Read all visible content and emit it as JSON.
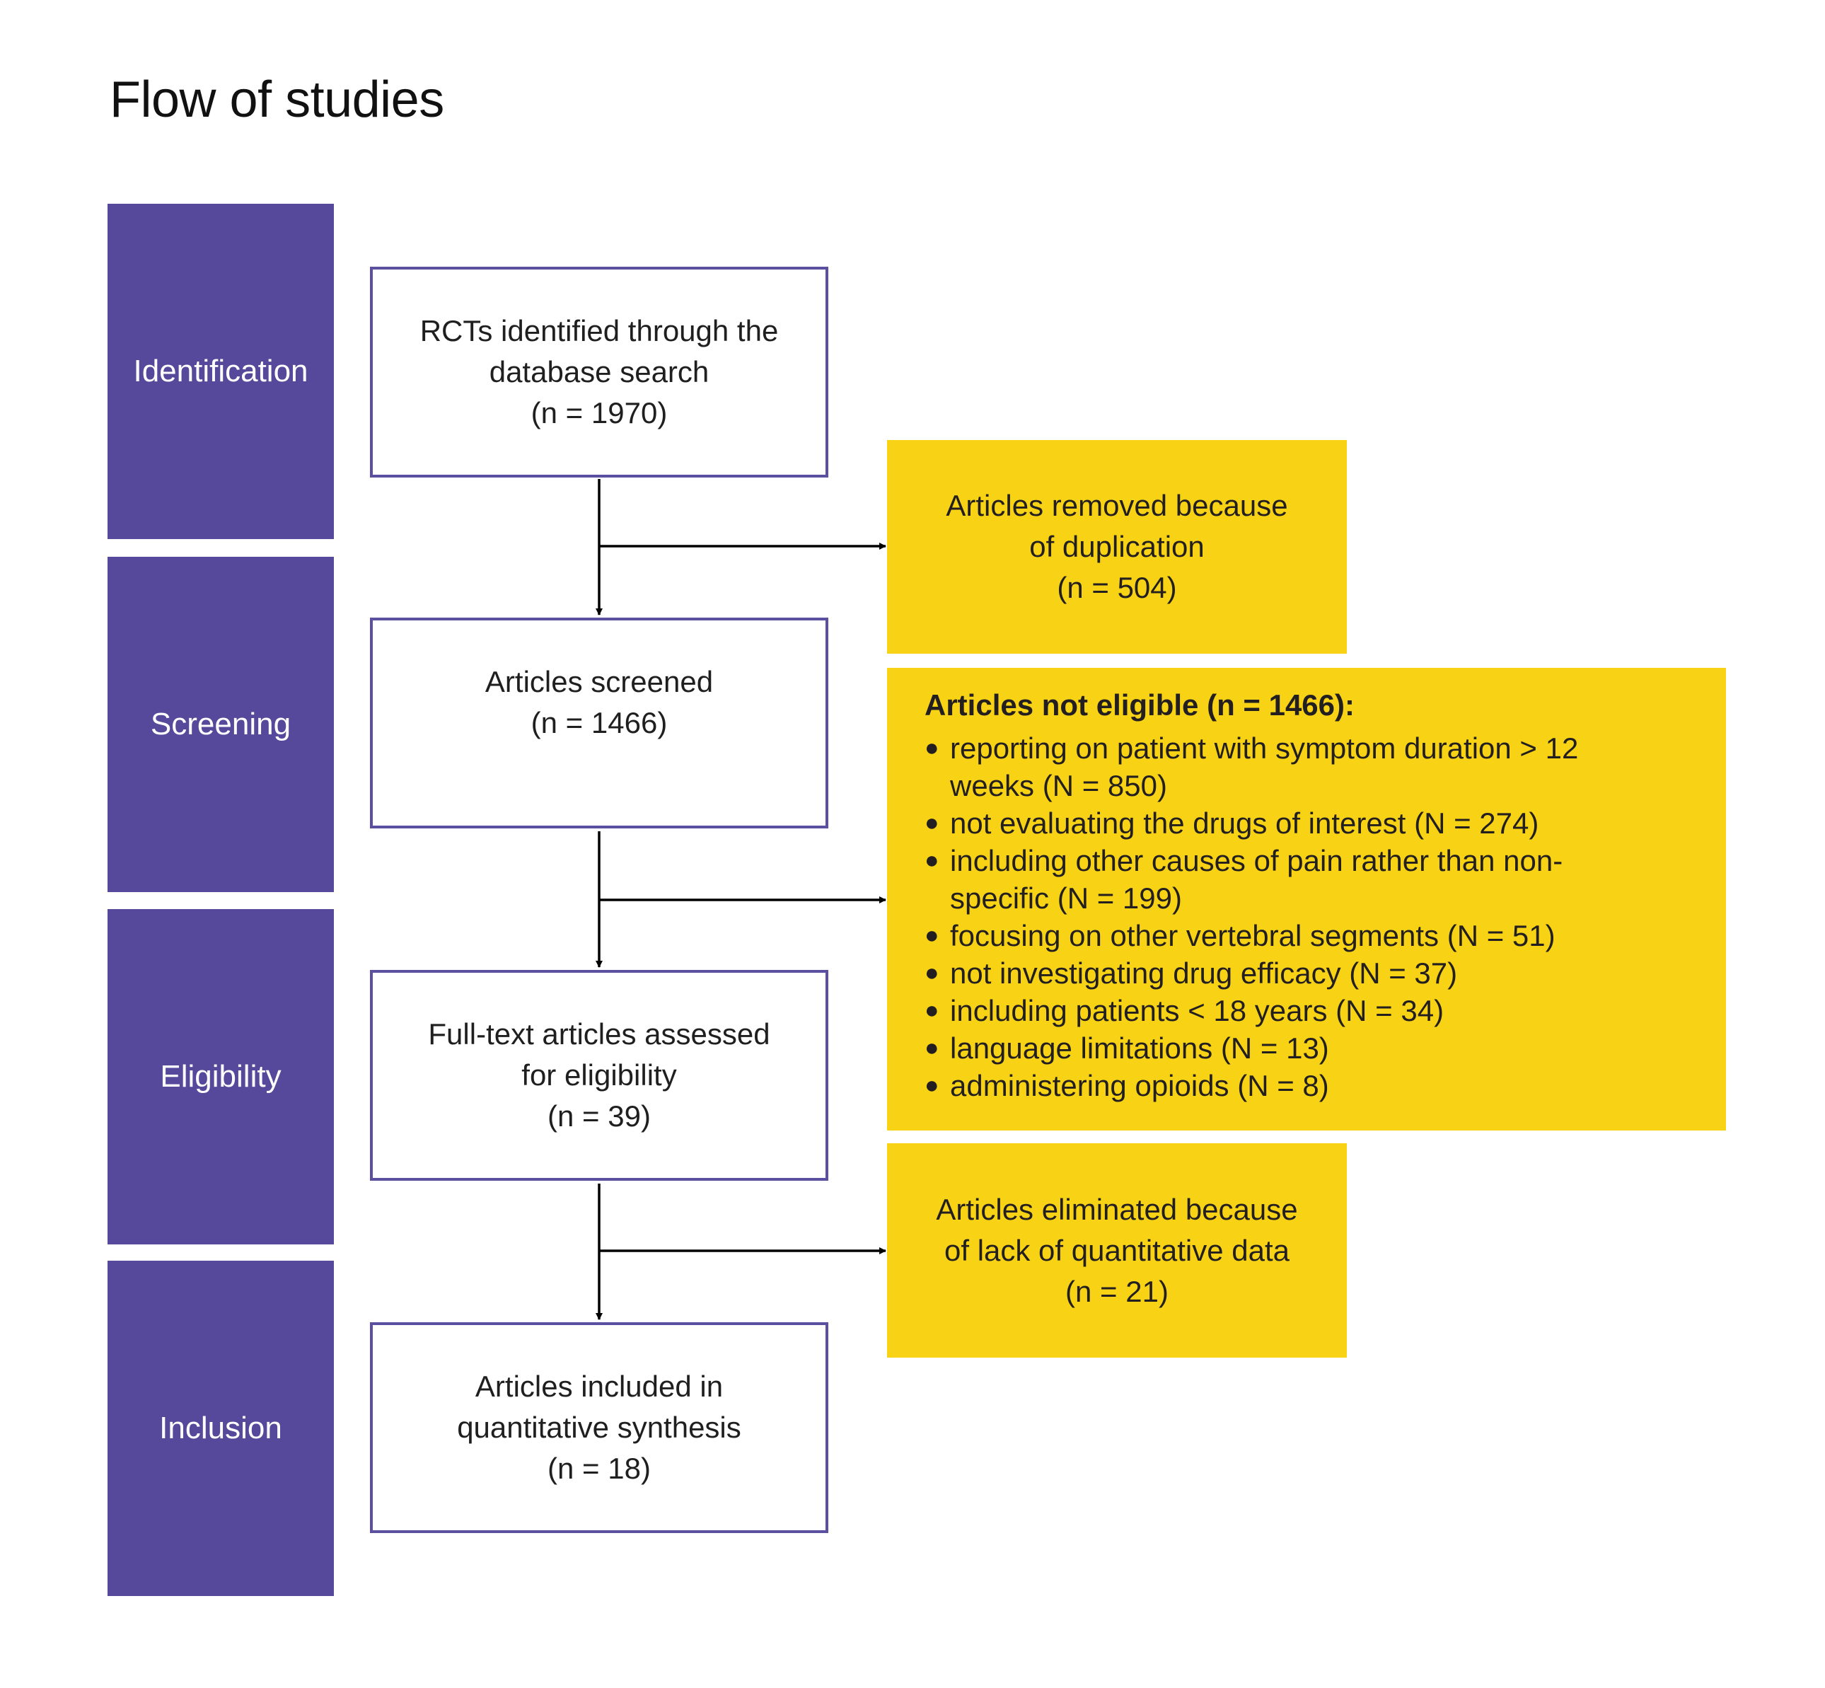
{
  "title": "Flow of studies",
  "colors": {
    "stage_fill": "#56489A",
    "box_border": "#5B4FA0",
    "exclusion_fill": "#F8D315",
    "arrow": "#000000"
  },
  "stages": [
    {
      "label": "Identification"
    },
    {
      "label": "Screening"
    },
    {
      "label": "Eligibility"
    },
    {
      "label": "Inclusion"
    }
  ],
  "flow_boxes": [
    {
      "lines": [
        "RCTs identified through the",
        "database search",
        "(n = 1970)"
      ]
    },
    {
      "lines": [
        "Articles screened",
        "(n = 1466)"
      ]
    },
    {
      "lines": [
        "Full-text articles assessed",
        "for eligibility",
        "(n = 39)"
      ]
    },
    {
      "lines": [
        "Articles included in",
        "quantitative synthesis",
        "(n = 18)"
      ]
    }
  ],
  "exclusions": {
    "duplicates": {
      "lines": [
        "Articles removed because",
        "of duplication",
        "(n = 504)"
      ]
    },
    "not_eligible": {
      "heading": "Articles not eligible (n = 1466):",
      "bullet_icon": "●",
      "items": [
        "reporting on patient with symptom duration > 12 weeks (N = 850)",
        "not evaluating the drugs of interest (N = 274)",
        "including other causes of pain rather than non-specific (N = 199)",
        "focusing on other vertebral segments (N = 51)",
        "not investigating drug efficacy (N = 37)",
        "including patients < 18 years (N = 34)",
        "language limitations (N = 13)",
        "administering opioids (N = 8)"
      ]
    },
    "no_quant_data": {
      "lines": [
        "Articles eliminated because",
        "of lack of quantitative data",
        "(n = 21)"
      ]
    }
  }
}
